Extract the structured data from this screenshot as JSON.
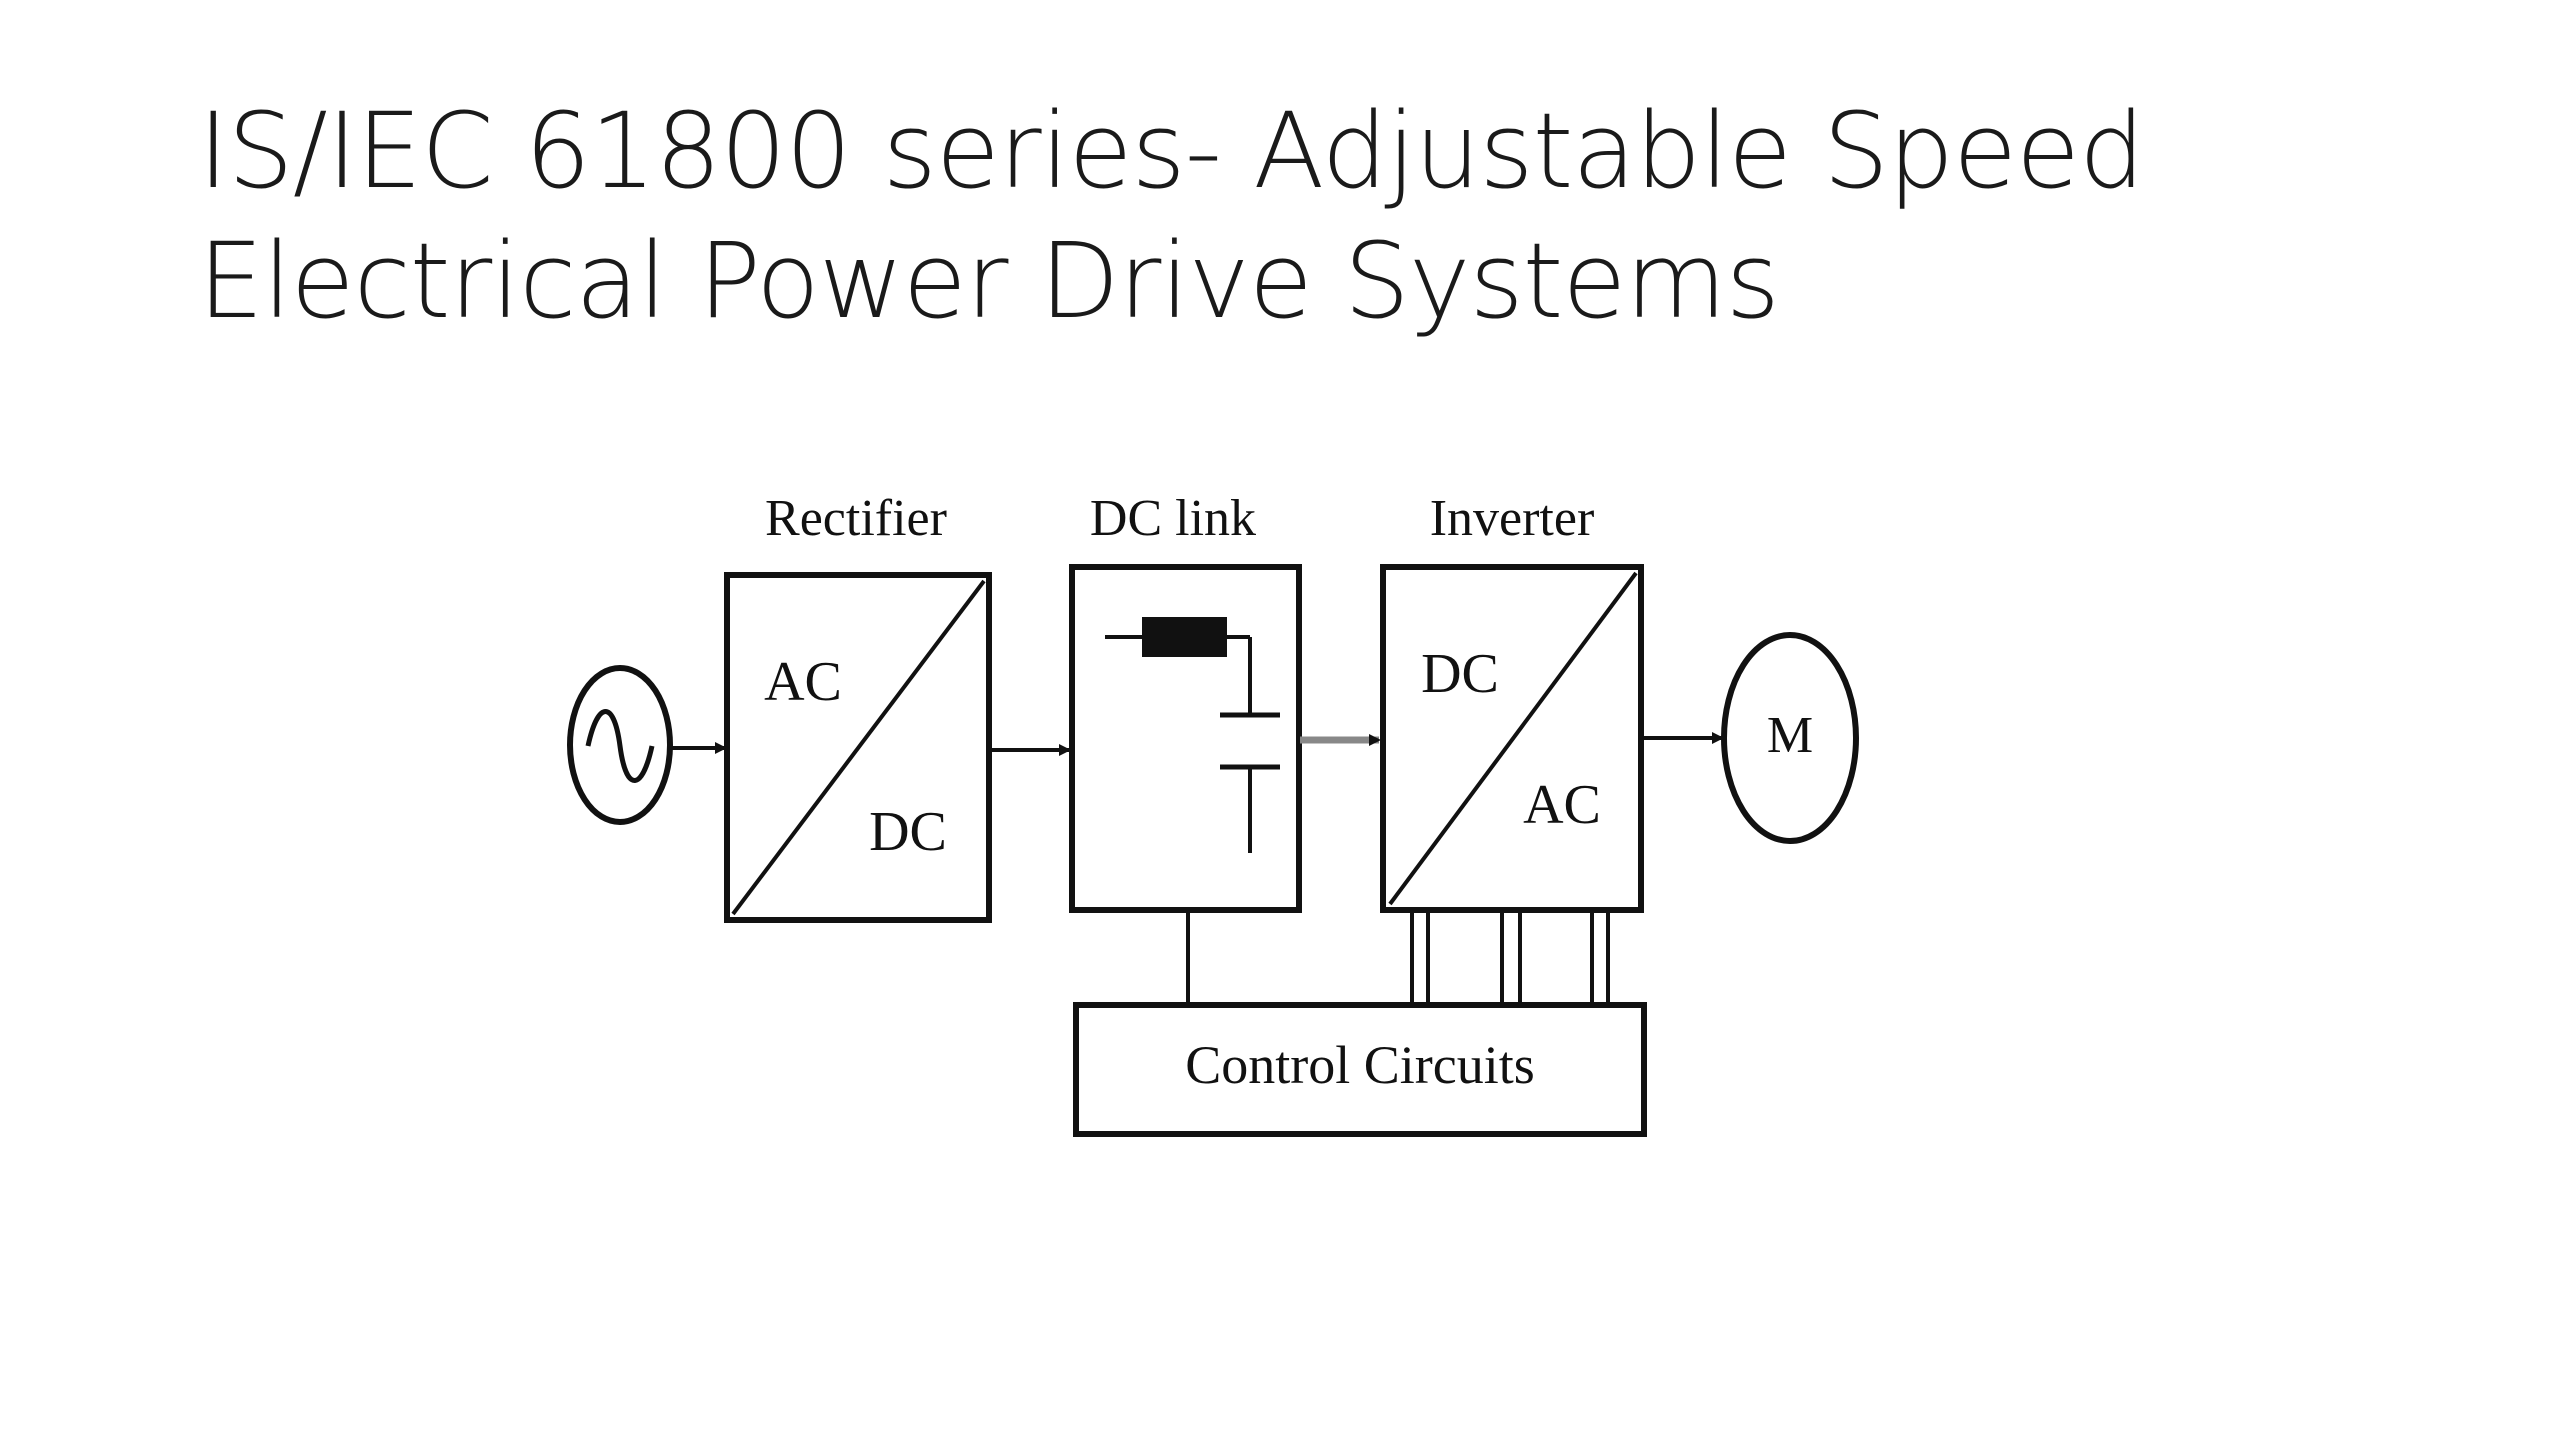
{
  "slide": {
    "title_line1": "IS/IEC 61800 series- Adjustable Speed",
    "title_line2": "Electrical Power Drive Systems"
  },
  "diagram": {
    "ac_source_icon": "sine-wave-source-icon",
    "rectifier": {
      "label": "Rectifier",
      "input": "AC",
      "output": "DC"
    },
    "dc_link": {
      "label": "DC link",
      "components": [
        "inductor-icon",
        "capacitor-icon"
      ]
    },
    "inverter": {
      "label": "Inverter",
      "input": "DC",
      "output": "AC"
    },
    "motor": {
      "label": "M"
    },
    "control": {
      "label": "Control Circuits"
    },
    "colors": {
      "line": "#111111",
      "background": "#ffffff"
    }
  }
}
